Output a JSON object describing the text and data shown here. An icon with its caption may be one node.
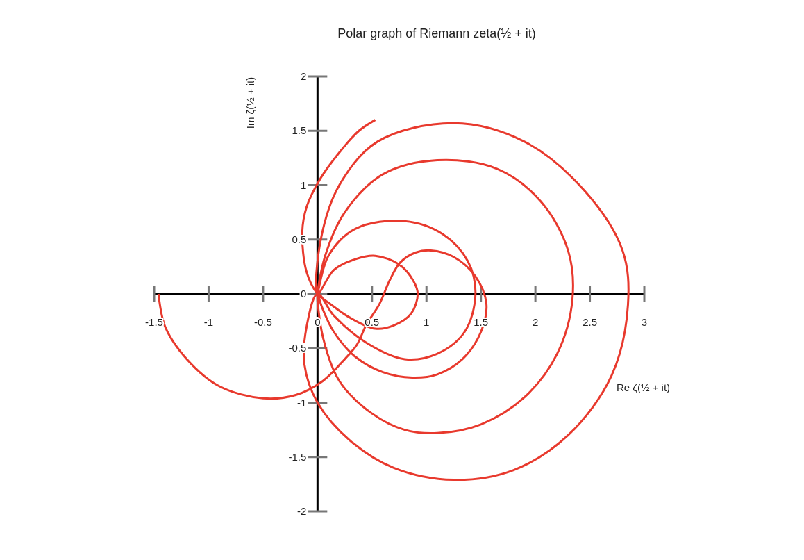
{
  "diagram": {
    "chart_data": {
      "type": "line",
      "title": "Polar graph of Riemann zeta(½ + it)",
      "xlabel": "Re ζ(½ + it)",
      "ylabel": "Im ζ(½ + it)",
      "xlim": [
        -1.5,
        3
      ],
      "ylim": [
        -2,
        2
      ],
      "xticks": [
        -1.5,
        -1,
        -0.5,
        0,
        0.5,
        1,
        1.5,
        2,
        2.5,
        3
      ],
      "yticks": [
        -2,
        -1.5,
        -1,
        -0.5,
        0,
        0.5,
        1,
        1.5,
        2
      ],
      "x": [
        -1.46,
        -1.4,
        -1.2,
        -0.9,
        -0.5,
        -0.2,
        0.05,
        0.25,
        0.36,
        0.45,
        0.57,
        0.66,
        0.76,
        0.9,
        1.04,
        1.25,
        1.45,
        1.55,
        1.5,
        1.33,
        1.1,
        0.87,
        0.6,
        0.35,
        0.15,
        0.04,
        0,
        0.05,
        0.2,
        0.5,
        0.8,
        1.1,
        1.5,
        1.9,
        2.2,
        2.34,
        2.3,
        2.05,
        1.65,
        1.1,
        0.6,
        0.25,
        0.07,
        0,
        0.1,
        0.35,
        0.8,
        1.15,
        1.38,
        1.45,
        1.35,
        1.1,
        0.8,
        0.45,
        0.15,
        0,
        -0.1,
        -0.12,
        0,
        0.3,
        0.7,
        1.25,
        1.8,
        2.3,
        2.7,
        2.85,
        2.8,
        2.45,
        1.9,
        1.25,
        0.55,
        0.2,
        0.03,
        0,
        0.15,
        0.35,
        0.53,
        0.75,
        0.88,
        0.92,
        0.86,
        0.7,
        0.53,
        0.3,
        0.1,
        0,
        -0.1,
        -0.14,
        -0.1,
        0.02,
        0.2,
        0.38,
        0.53
      ],
      "series": [
        {
          "color": "#e8392d",
          "values": [
            0,
            -0.3,
            -0.6,
            -0.85,
            -0.96,
            -0.93,
            -0.8,
            -0.6,
            -0.47,
            -0.28,
            -0.09,
            0.12,
            0.29,
            0.38,
            0.4,
            0.34,
            0.16,
            -0.09,
            -0.35,
            -0.6,
            -0.74,
            -0.77,
            -0.72,
            -0.58,
            -0.35,
            -0.12,
            0,
            -0.4,
            -0.8,
            -1.1,
            -1.25,
            -1.28,
            -1.2,
            -0.95,
            -0.55,
            -0.05,
            0.4,
            0.85,
            1.15,
            1.23,
            1.1,
            0.75,
            0.35,
            0,
            0.35,
            0.6,
            0.67,
            0.55,
            0.3,
            0,
            -0.35,
            -0.55,
            -0.6,
            -0.45,
            -0.2,
            0,
            -0.3,
            -0.65,
            -1.0,
            -1.35,
            -1.6,
            -1.71,
            -1.62,
            -1.3,
            -0.75,
            -0.1,
            0.4,
            0.95,
            1.4,
            1.57,
            1.4,
            1.0,
            0.5,
            0,
            0.22,
            0.32,
            0.35,
            0.27,
            0.12,
            0,
            -0.18,
            -0.29,
            -0.32,
            -0.22,
            -0.08,
            0,
            0.2,
            0.57,
            0.8,
            1.05,
            1.3,
            1.5,
            1.6
          ]
        }
      ]
    }
  }
}
